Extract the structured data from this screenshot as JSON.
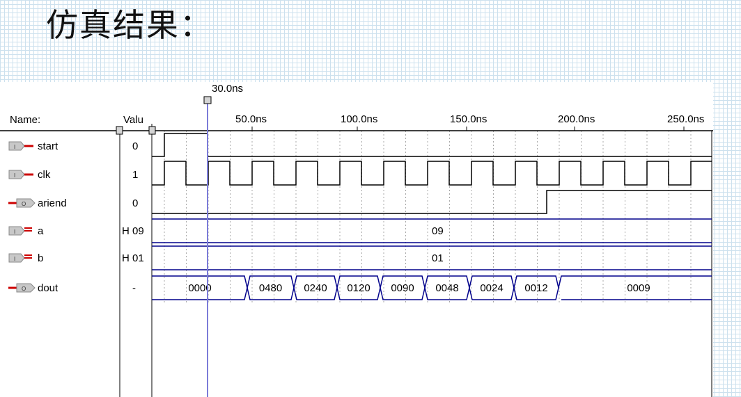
{
  "slide": {
    "title": "仿真结果："
  },
  "simulator": {
    "cursor_label": "30.0ns",
    "header": {
      "name_label": "Name:",
      "value_label": "Valu"
    },
    "time_scale": [
      "50.0ns",
      "100.0ns",
      "150.0ns",
      "200.0ns",
      "250.0ns"
    ],
    "signals": [
      {
        "name": "start",
        "value": "0",
        "type": "input",
        "icon": "input-pin-icon"
      },
      {
        "name": "clk",
        "value": "1",
        "type": "input",
        "icon": "input-pin-icon"
      },
      {
        "name": "ariend",
        "value": "0",
        "type": "output",
        "icon": "output-pin-icon"
      },
      {
        "name": "a",
        "value": "H 09",
        "type": "input-bus",
        "icon": "input-bus-icon",
        "bus_value": "09"
      },
      {
        "name": "b",
        "value": "H 01",
        "type": "input-bus",
        "icon": "input-bus-icon",
        "bus_value": "01"
      },
      {
        "name": "dout",
        "value": "-",
        "type": "output-bus",
        "icon": "output-bus-icon",
        "segments": [
          "0000",
          "0480",
          "0240",
          "0120",
          "0090",
          "0048",
          "0024",
          "0012",
          "0009"
        ]
      }
    ],
    "colors": {
      "wave": "#000000",
      "bus": "#00008b",
      "cursor": "#7b7bd8",
      "pin_red": "#cc0000",
      "pin_gray": "#888888",
      "grid": "#a8a8a8"
    }
  }
}
